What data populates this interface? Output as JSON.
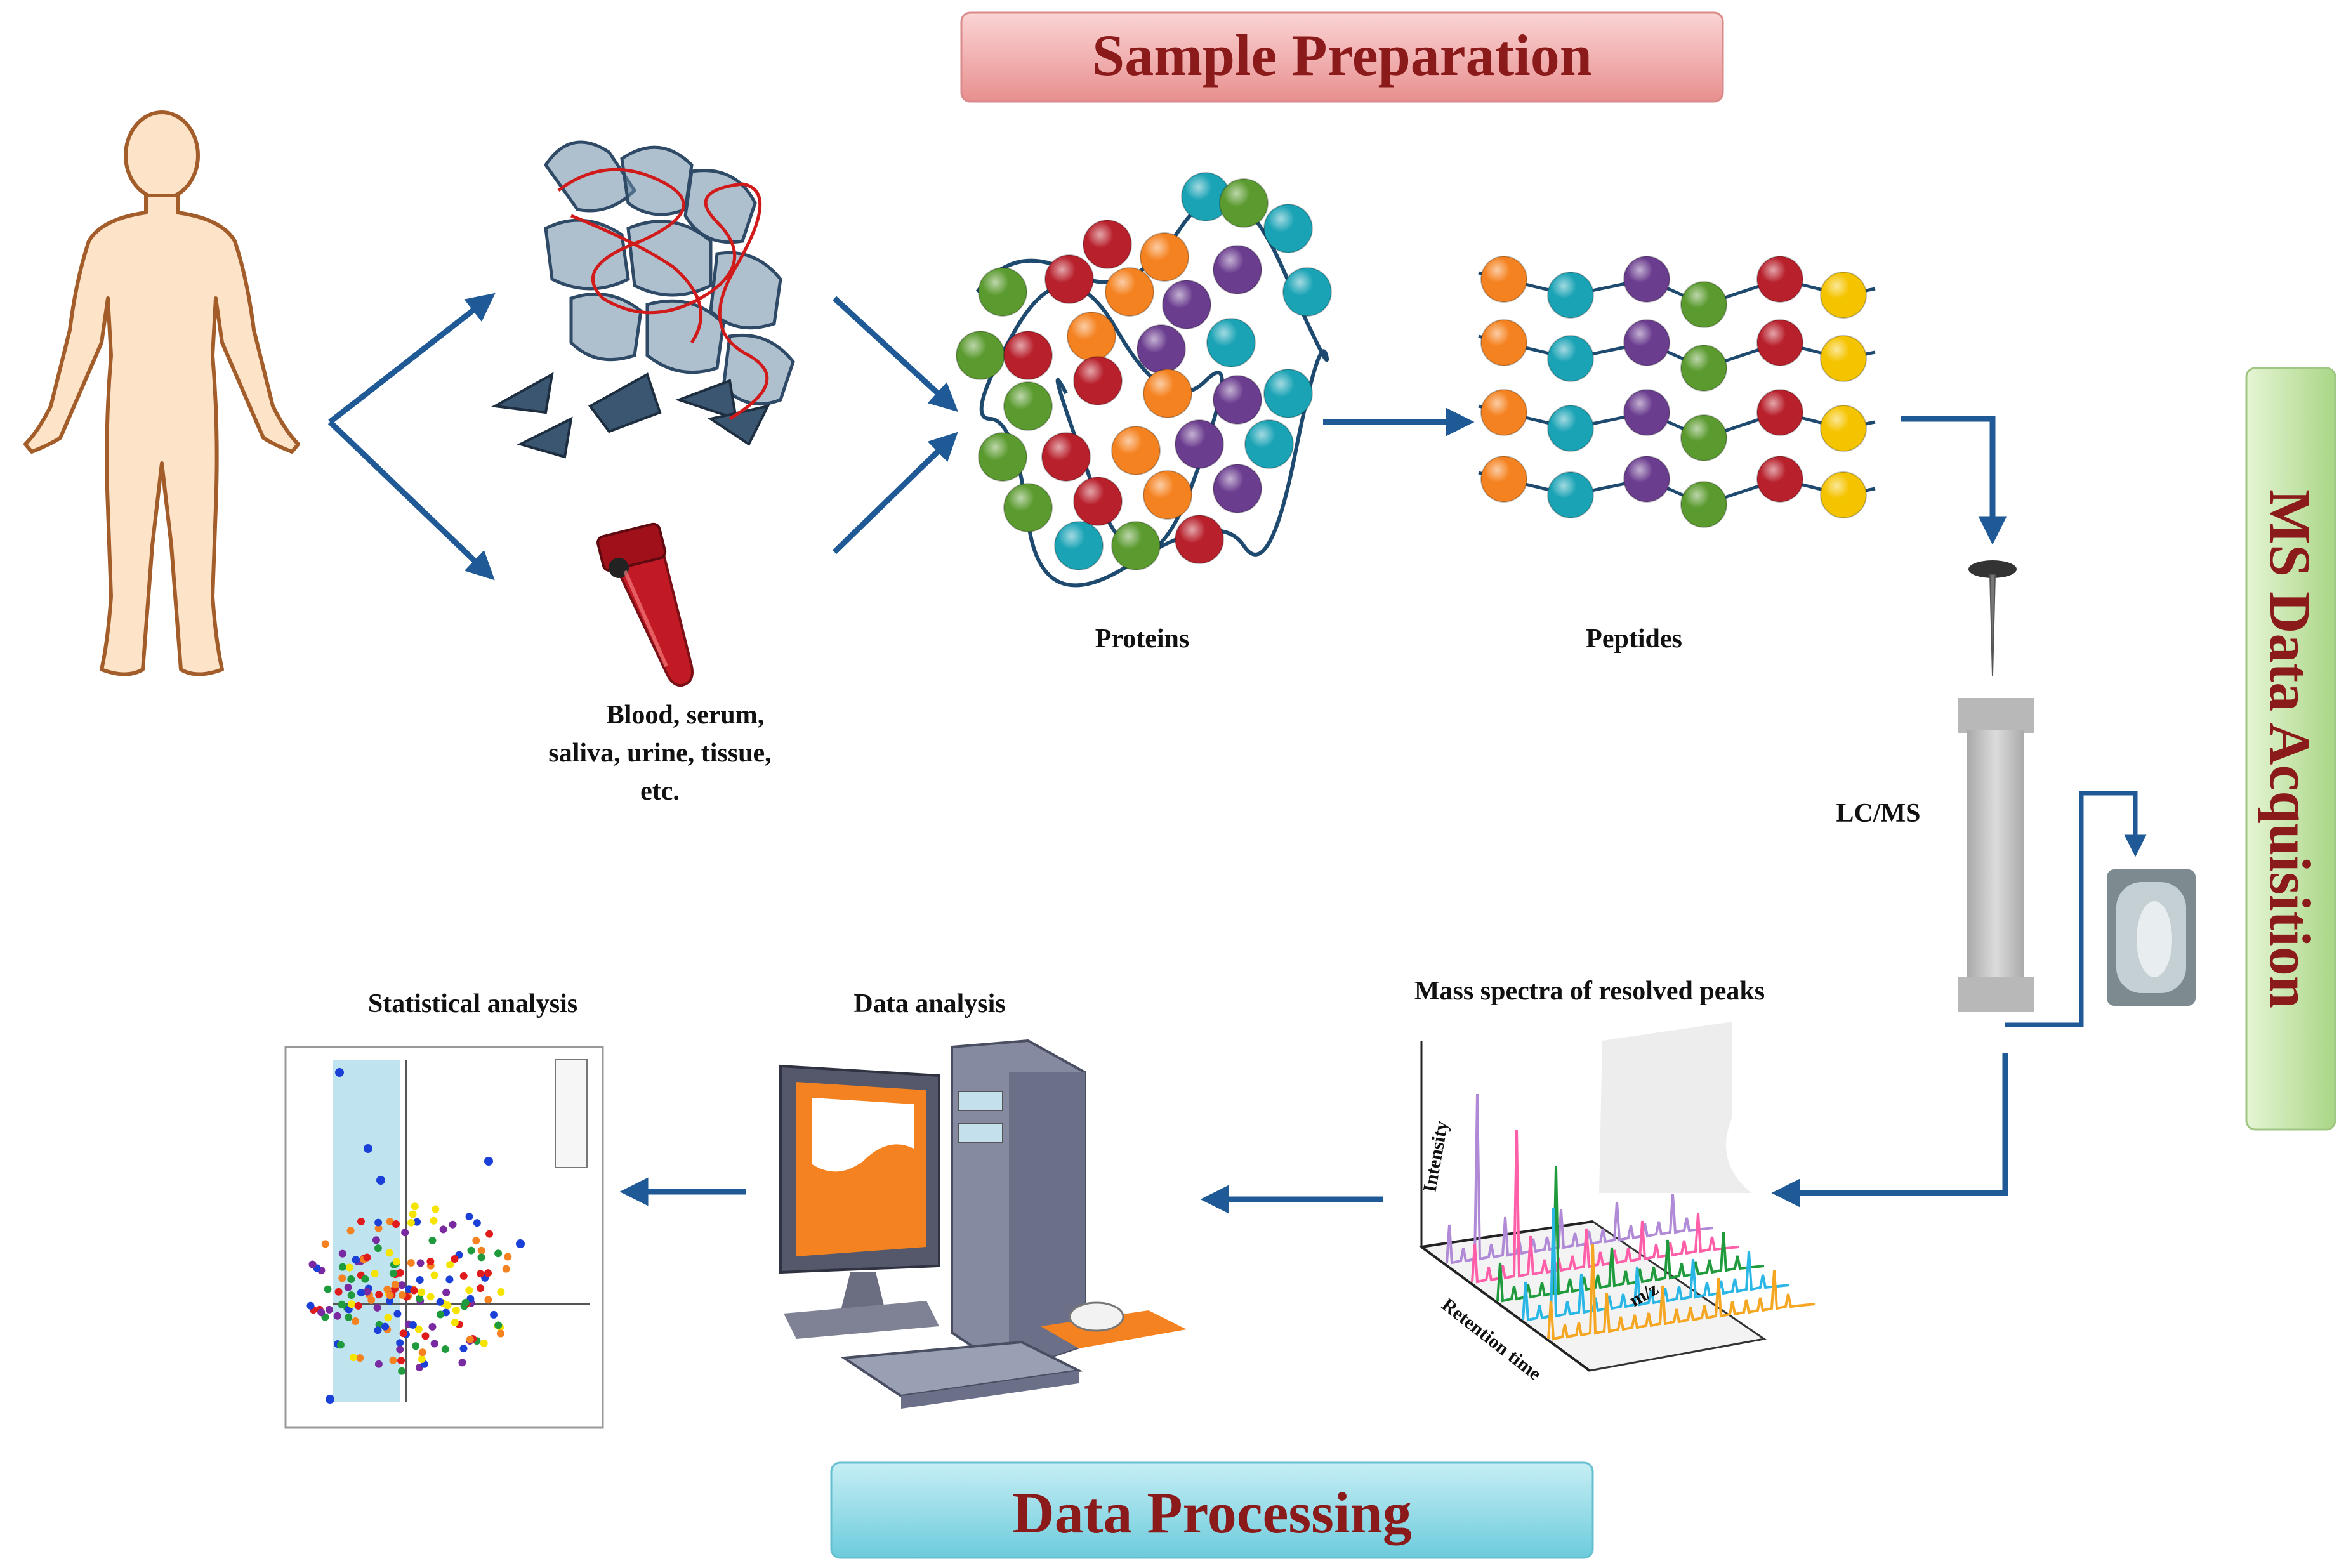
{
  "banners": {
    "sample_preparation": "Sample Preparation",
    "ms_data_acquisition": "MS Data Acquisition",
    "data_processing": "Data Processing"
  },
  "labels": {
    "sample_line1": "Blood, serum,",
    "sample_line2": "saliva, urine, tissue,",
    "sample_line3": "etc.",
    "proteins": "Proteins",
    "peptides": "Peptides",
    "lcms": "LC/MS",
    "mass_spectra": "Mass spectra of resolved peaks",
    "data_analysis": "Data analysis",
    "statistical_analysis": "Statistical analysis",
    "intensity": "Intensity",
    "retention_time": "Retention time",
    "mz": "m/z"
  },
  "colors": {
    "arrow": "#1f5a96",
    "orange": "#f58220",
    "teal": "#1aa3b5",
    "red": "#b8202c",
    "purple": "#6b3d8f",
    "green": "#5a9a2e",
    "yellow": "#f5c400",
    "banner_pink": "#f0a0a0",
    "banner_green": "#c8e6a8",
    "banner_cyan": "#8fd8e6"
  }
}
